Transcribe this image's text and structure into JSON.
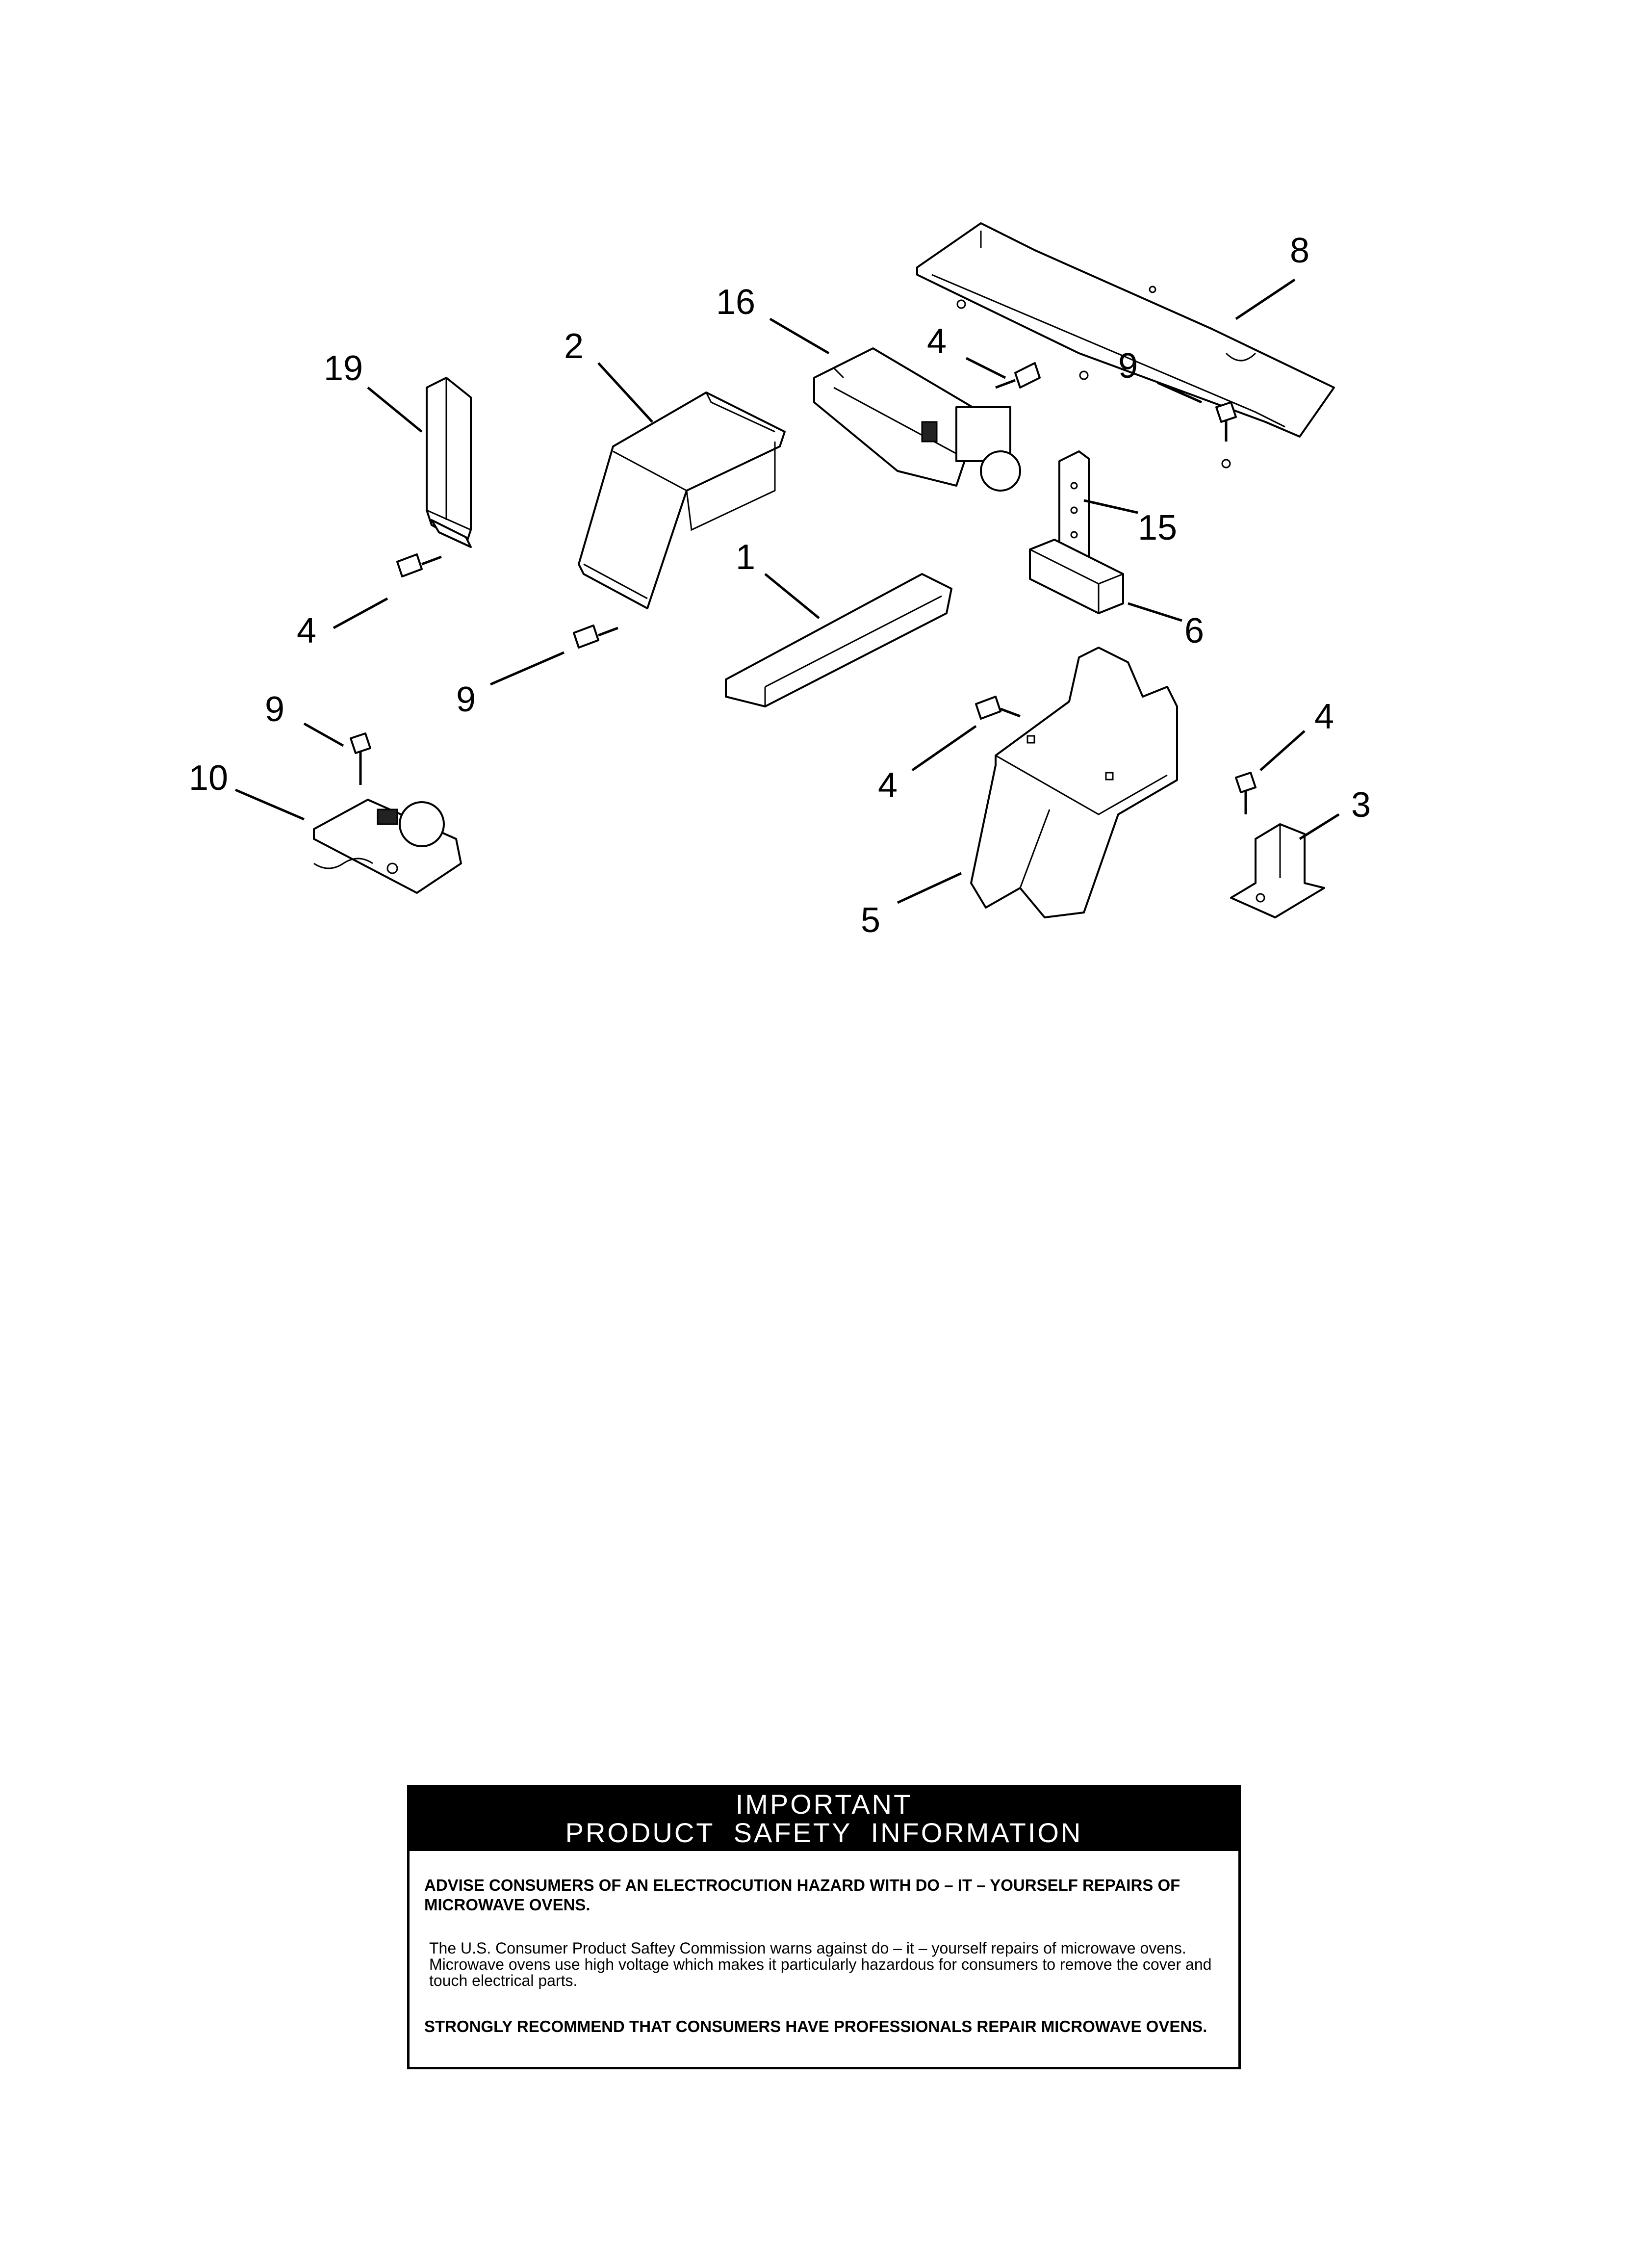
{
  "callouts": {
    "c1": "1",
    "c2": "2",
    "c3": "3",
    "c4a": "4",
    "c4b": "4",
    "c4c": "4",
    "c4d": "4",
    "c5": "5",
    "c6": "6",
    "c8": "8",
    "c9a": "9",
    "c9b": "9",
    "c9c": "9",
    "c10": "10",
    "c15": "15",
    "c16": "16",
    "c19": "19"
  },
  "safety": {
    "header_line1": "IMPORTANT",
    "header_line2": "PRODUCT  SAFETY  INFORMATION",
    "advise": "ADVISE CONSUMERS OF AN ELECTROCUTION HAZARD WITH DO – IT – YOURSELF REPAIRS OF MICROWAVE OVENS.",
    "warning": "The U.S. Consumer Product Saftey Commission warns against do – it – yourself repairs of microwave ovens. Microwave ovens use high voltage which makes it particularly hazardous for consumers to remove the cover and touch electrical parts.",
    "recommend": "STRONGLY RECOMMEND THAT CONSUMERS HAVE PROFESSIONALS REPAIR MICROWAVE OVENS."
  }
}
